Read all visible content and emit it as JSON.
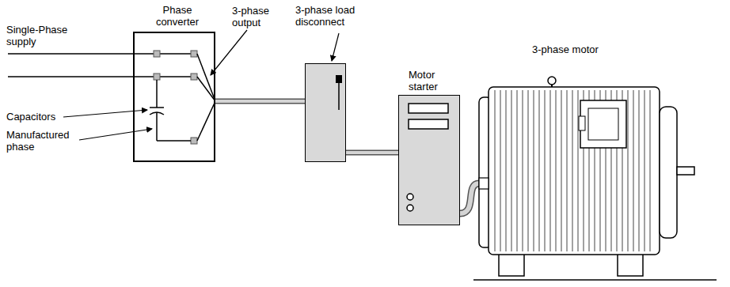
{
  "diagram": {
    "nodes": [
      {
        "text": [
          "Phase converter"
        ]
      },
      {
        "text": [
          "3-phase load disconnect"
        ]
      },
      {
        "text": [
          "Motor starter"
        ]
      },
      {
        "text": [
          "3-phase motor"
        ]
      }
    ],
    "edges": [
      {
        "from": 0,
        "to": 1,
        "arrow": "none"
      },
      {
        "from": 1,
        "to": 2,
        "arrow": "none"
      },
      {
        "from": 2,
        "to": 3,
        "arrow": "none"
      }
    ],
    "labels": [
      "Single-Phase supply",
      "3-phase output",
      "Capacitors",
      "Manufactured phase"
    ]
  }
}
